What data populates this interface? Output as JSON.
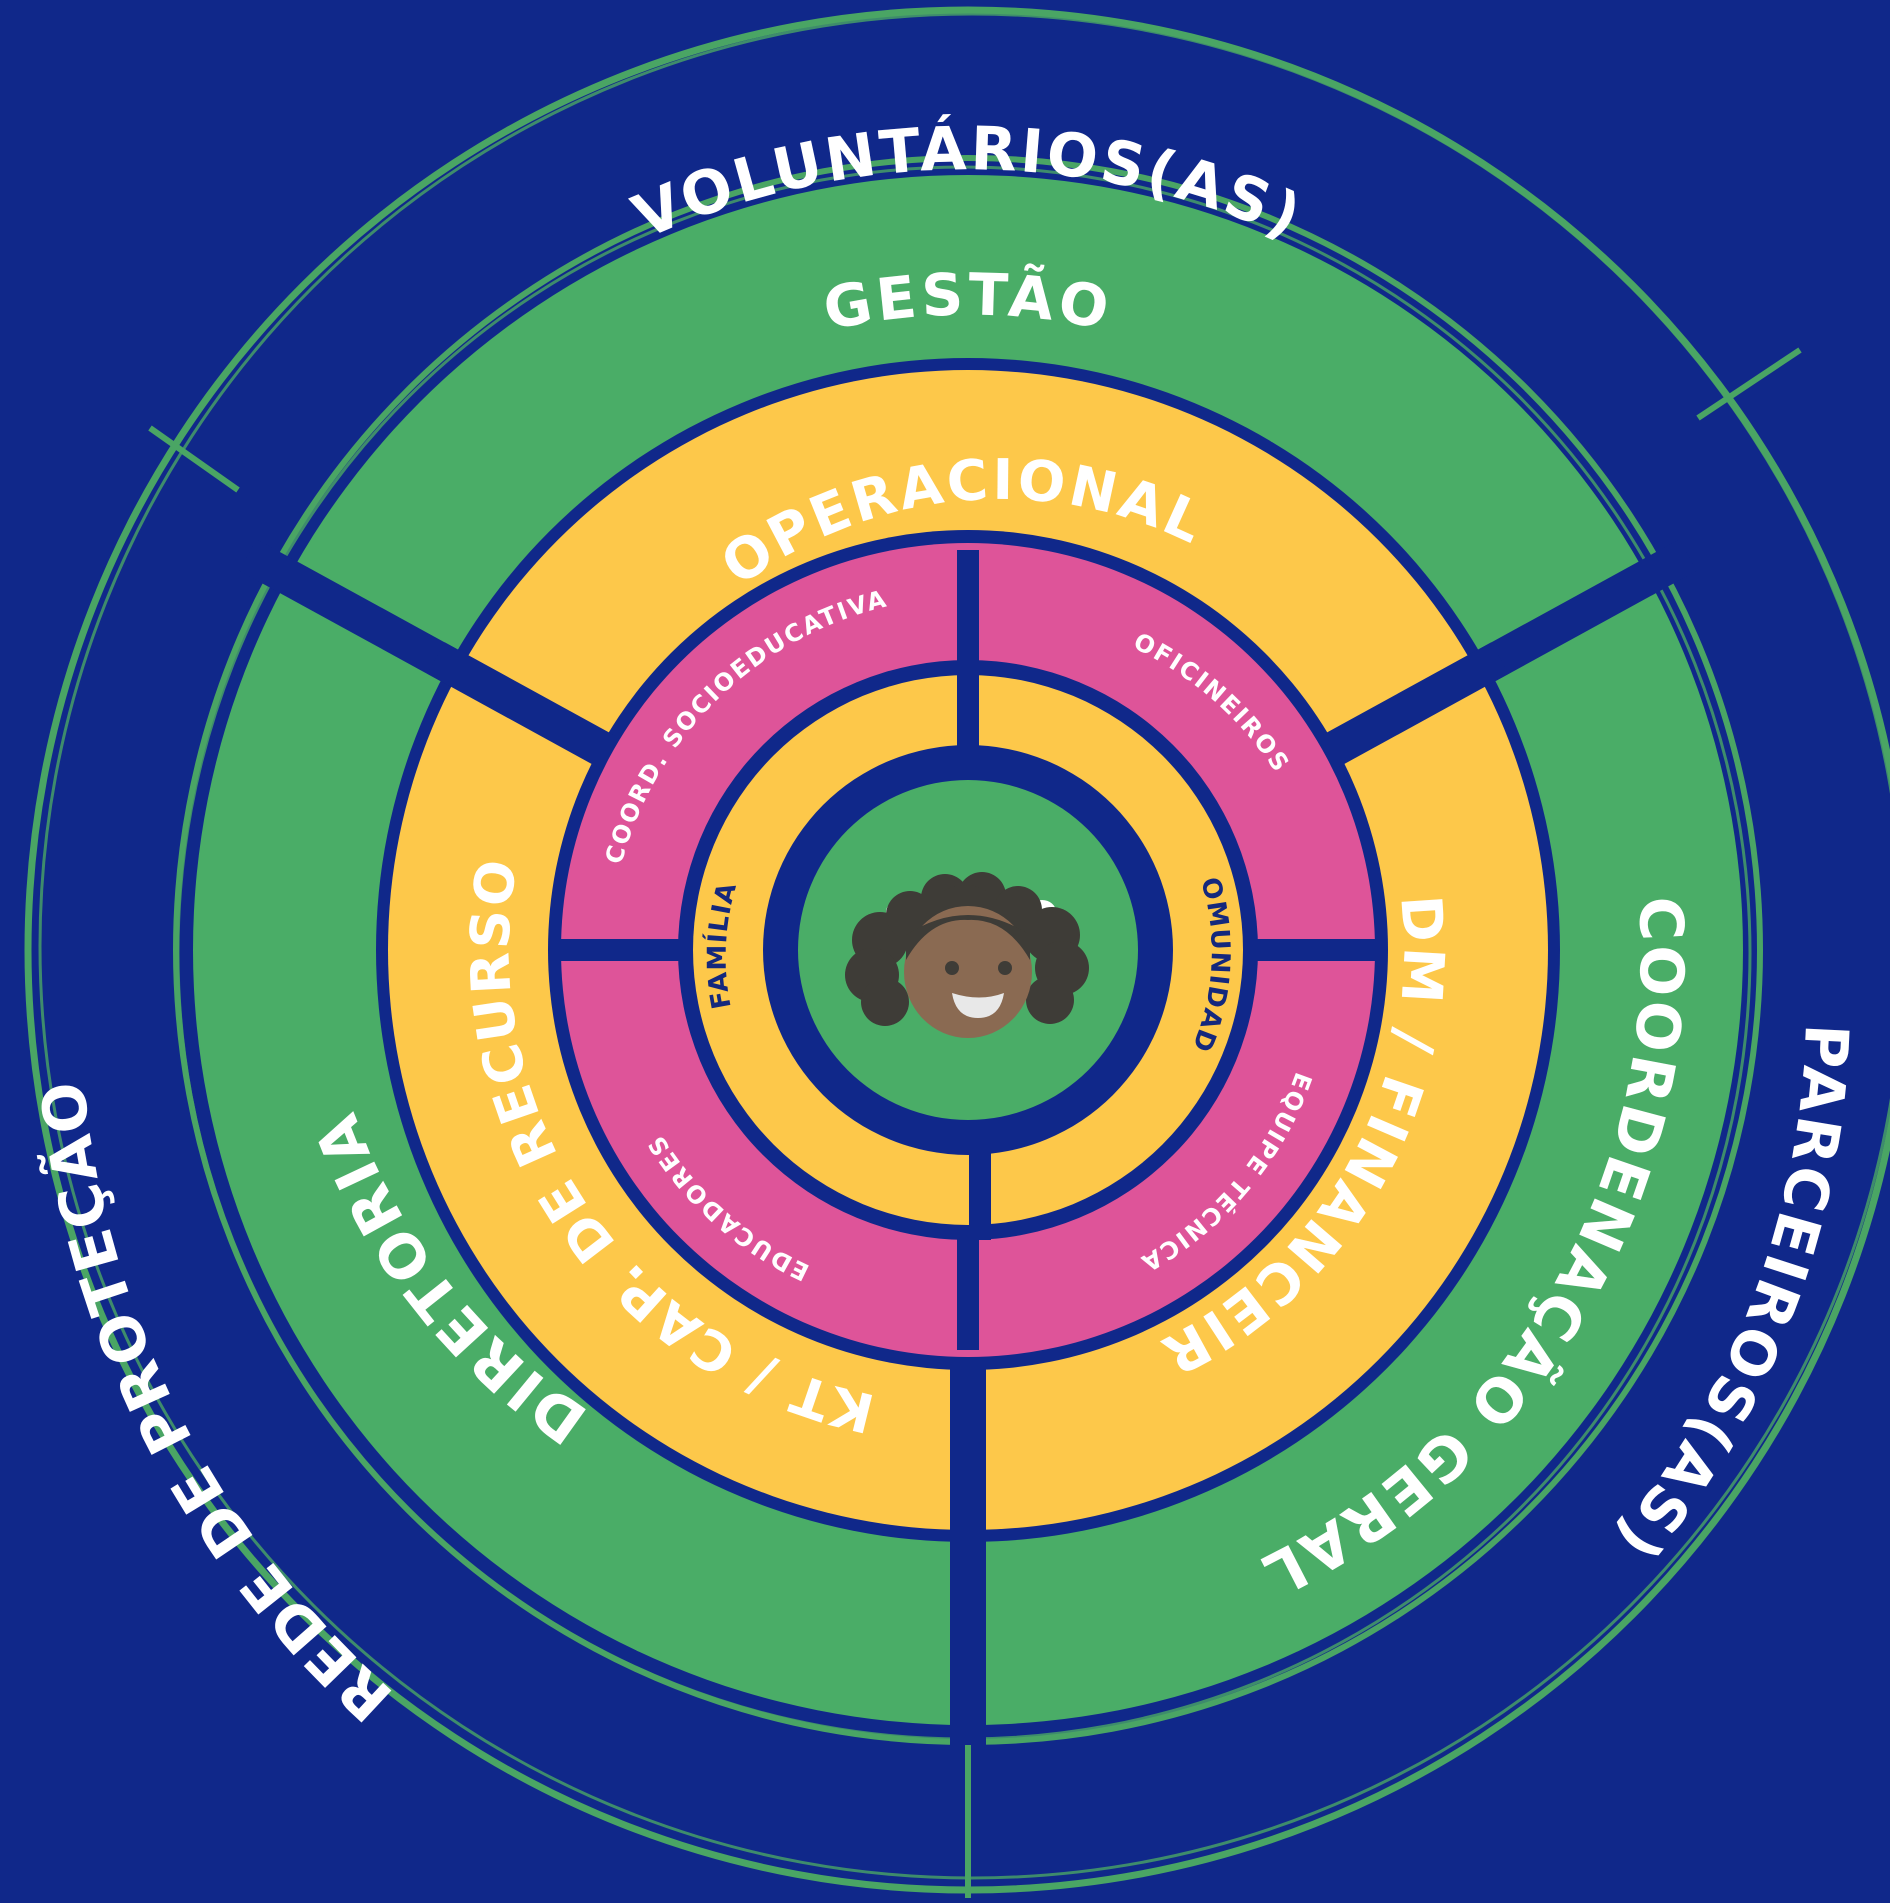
{
  "colors": {
    "background": "#10288a",
    "outline": "#4aa564",
    "green": "#4aad67",
    "yellow": "#fdc84a",
    "pink": "#de5499",
    "white_text": "#ffffff",
    "navy_text": "#14287d",
    "skin": "#8a6a52",
    "hair": "#3e3c37"
  },
  "outer_ring": {
    "top": "VOLUNTÁRIOS(AS)",
    "right": "PARCEIROS(AS)",
    "left": "REDE DE PROTEÇÃO"
  },
  "management_ring": {
    "top": "GESTÃO",
    "right": "COORDENAÇÃO GERAL",
    "left": "DIRETORIA"
  },
  "operational_ring": {
    "top": "OPERACIONAL",
    "right": "ADM / FINANCEIRO",
    "left": "MKT / CAP. DE RECURSOS"
  },
  "team_ring": {
    "top_left": "COORD. SOCIOEDUCATIVA",
    "top_right": "OFICINEIROS",
    "bottom_right": "EQUIPE TÉCNICA",
    "bottom_left": "EDUCADORES"
  },
  "support_ring": {
    "left": "FAMÍLIA",
    "right": "COMUNIDADE"
  },
  "center": {
    "icon": "child-face-icon"
  }
}
